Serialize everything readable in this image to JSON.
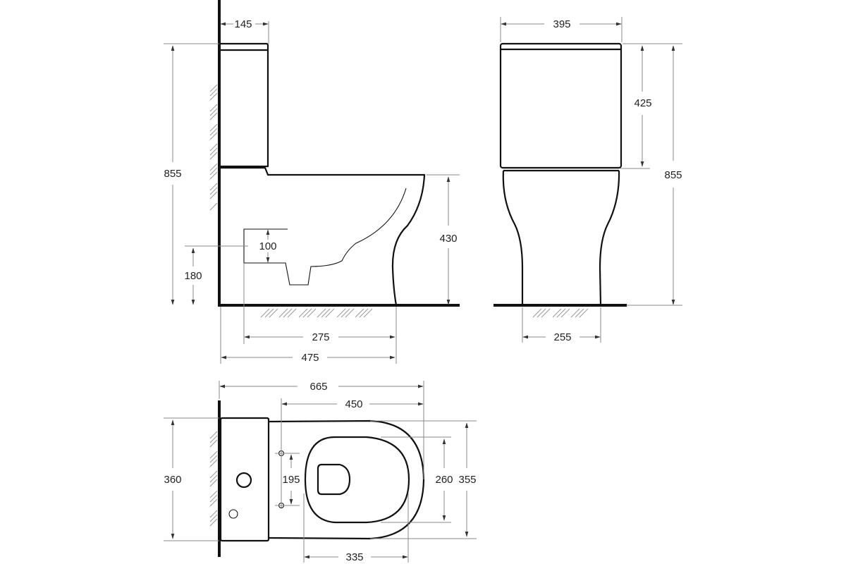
{
  "drawing": {
    "title": "Toilet technical drawing",
    "views": {
      "side": {
        "dims": {
          "tank_depth": "145",
          "total_height": "855",
          "seat_height": "430",
          "outlet_height": "180",
          "outlet_diameter": "100",
          "outlet_to_front": "275",
          "total_depth": "475"
        }
      },
      "front": {
        "dims": {
          "tank_width": "395",
          "tank_height": "425",
          "total_height": "855",
          "base_width": "255"
        }
      },
      "top": {
        "dims": {
          "total_length": "665",
          "bowl_length": "450",
          "tank_width": "360",
          "mount_spacing": "195",
          "seat_width": "260",
          "bowl_width": "355",
          "seat_length": "335"
        }
      }
    }
  }
}
